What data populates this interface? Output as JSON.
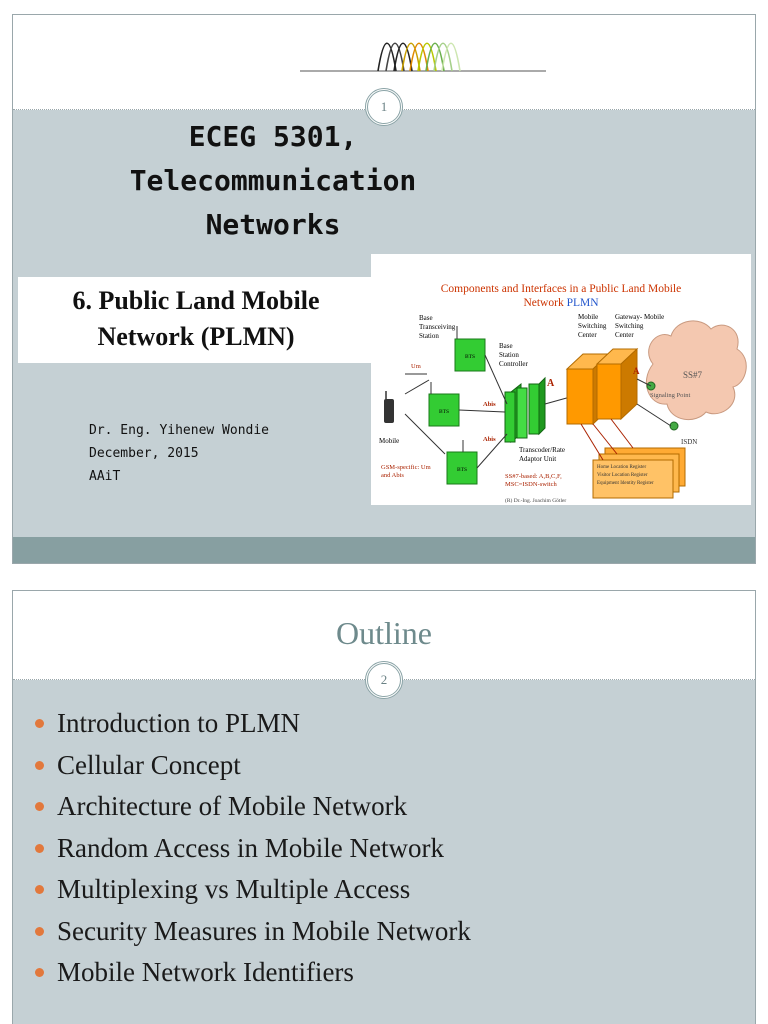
{
  "slide1": {
    "page_number": "1",
    "course_title": [
      "ECEG 5301,",
      "Telecommunication",
      "Networks"
    ],
    "subtitle": [
      "6. Public Land Mobile",
      "Network (PLMN)"
    ],
    "author_lines": [
      "Dr. Eng. Yihenew Wondie",
      "December, 2015",
      "AAiT"
    ],
    "diagram": {
      "title_line1": "Components and Interfaces in a Public Land Mobile",
      "title_line2_prefix": "Network ",
      "title_line2_accent": "PLMN",
      "bts_label": "BTS",
      "base_transceiving_station": [
        "Base",
        "Transceiving",
        "Station"
      ],
      "base_station_controller": [
        "Base",
        "Station",
        "Controller"
      ],
      "mobile_switching_center": [
        "Mobile",
        "Switching",
        "Center"
      ],
      "gateway_mobile_switching_center": [
        "Gateway- Mobile",
        "Switching",
        "Center"
      ],
      "um_label": "Um",
      "abis_label": "Abis",
      "a_label": "A",
      "mobile_label": "Mobile",
      "transcoder": [
        "Transcoder/Rate",
        "Adaptor Unit"
      ],
      "gsm_specific": [
        "GSM-specific: Um",
        "and Abis"
      ],
      "ss7_based": [
        "SS#7-based: A,B,C,F,",
        "MSC=ISDN-switch"
      ],
      "ss7_label": "SS#7",
      "signaling_point": "Signaling Point",
      "isdn_label": "ISDN",
      "credit": "(R) Dr.-Ing. Joachim Götler",
      "registers": [
        "Home Location Register",
        "Visitor Location Register",
        "Equipment Identity Register"
      ]
    }
  },
  "slide2": {
    "page_number": "2",
    "title": "Outline",
    "items": [
      "Introduction to PLMN",
      "Cellular Concept",
      "Architecture of Mobile Network",
      "Random Access in Mobile Network",
      "Multiplexing vs Multiple Access",
      "Security Measures in Mobile Network",
      "Mobile Network Identifiers"
    ]
  },
  "colors": {
    "body_background": "#c5d0d4",
    "footer_band": "#879fa1",
    "bullet": "#e2783c",
    "outline_title": "#6e8a8c",
    "diagram_title": "#cc3300",
    "diagram_accent": "#2255cc",
    "bts_green": "#33cc33",
    "msc_orange": "#ff9900"
  }
}
